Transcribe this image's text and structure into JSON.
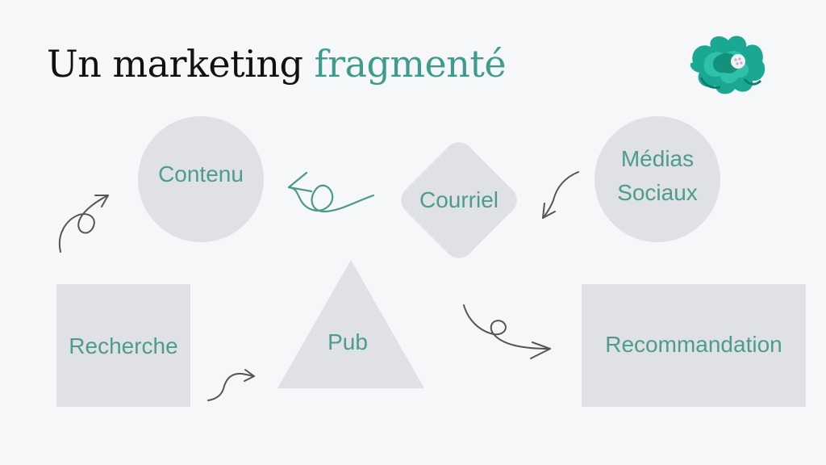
{
  "title": {
    "main": "Un marketing",
    "accent": "fragmenté"
  },
  "nodes": {
    "contenu": "Contenu",
    "courriel": "Courriel",
    "medias_line1": "Médias",
    "medias_line2": "Sociaux",
    "recherche": "Recherche",
    "pub": "Pub",
    "recommandation": "Recommandation"
  },
  "colors": {
    "accent": "#3e9c8d",
    "shape_fill": "#dfe1e5",
    "arrow_dark": "#555555",
    "arrow_teal": "#4a9a8c"
  },
  "logo": "teal-flower-icon"
}
